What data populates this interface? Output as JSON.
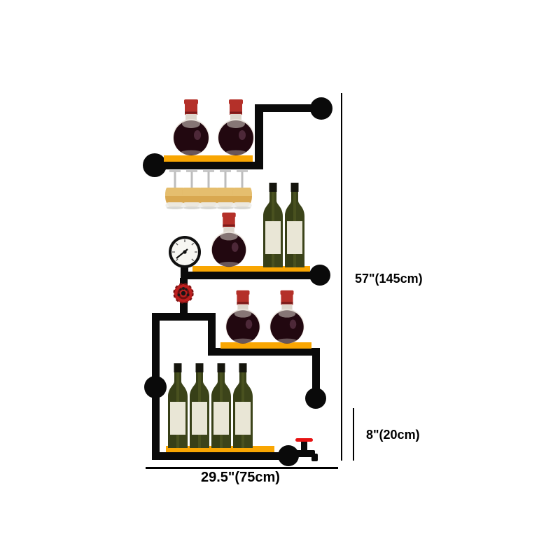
{
  "dimensions": {
    "height_label": "57\"(145cm)",
    "bottom_height_label": "8\"(20cm)",
    "width_label": "29.5\"(75cm)"
  },
  "rack": {
    "shelf_count": 4,
    "items": {
      "top_shelf_decanters": 2,
      "hanging_glasses": 5,
      "middle_shelf_decanters": 1,
      "middle_shelf_bottles": 2,
      "third_shelf_decanters": 2,
      "bottom_shelf_bottles": 4
    },
    "fittings": [
      "pipe flanges",
      "pressure gauge",
      "red valve wheel",
      "faucet tap"
    ]
  },
  "colors": {
    "background_color": "#ffffff",
    "pipe_color": "#0a0a0a",
    "shelf_color": "#F9A602",
    "decanter_cap_color": "#b43029",
    "bottle_glass_color": "#49511f",
    "bottle_label_color": "#e9e6d6",
    "wine_color": "#220810",
    "white_wine_color": "#D9A850",
    "valve_color": "#bc1f1e",
    "faucet_handle_color": "#e61212",
    "dimension_color": "#000000"
  }
}
